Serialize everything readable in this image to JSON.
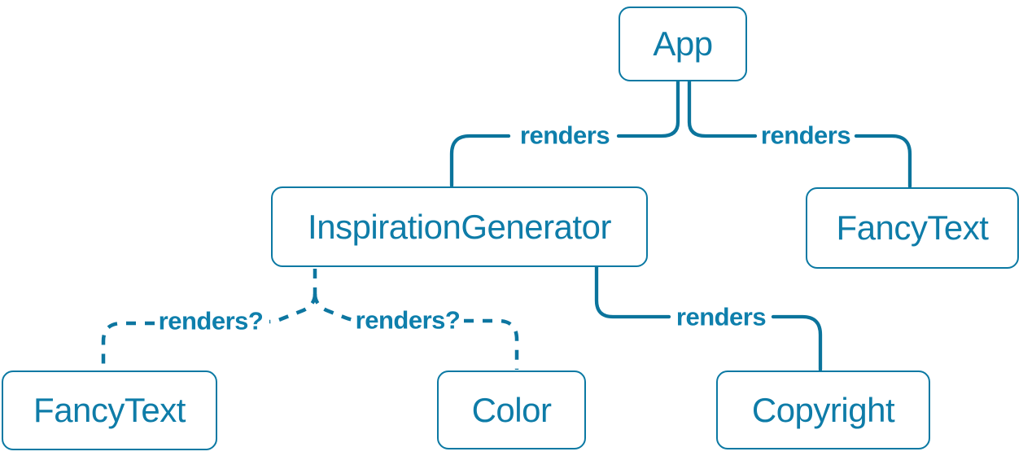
{
  "diagram": {
    "type": "component-tree",
    "colors": {
      "background": "#FFFFFF",
      "node_border": "#0B79A3",
      "node_text": "#0E7CA8",
      "edge_line": "#0B749C",
      "edge_label_text": "#0E7FAC"
    },
    "nodes": [
      {
        "id": "app",
        "label": "App"
      },
      {
        "id": "inspiration-generator",
        "label": "InspirationGenerator"
      },
      {
        "id": "fancy-text-top",
        "label": "FancyText"
      },
      {
        "id": "fancy-text-bottom",
        "label": "FancyText"
      },
      {
        "id": "color",
        "label": "Color"
      },
      {
        "id": "copyright",
        "label": "Copyright"
      }
    ],
    "edges": [
      {
        "from": "App",
        "to": "InspirationGenerator",
        "label": "renders",
        "style": "solid"
      },
      {
        "from": "App",
        "to": "FancyText",
        "label": "renders",
        "style": "solid"
      },
      {
        "from": "InspirationGenerator",
        "to": "FancyText",
        "label": "renders?",
        "style": "dashed"
      },
      {
        "from": "InspirationGenerator",
        "to": "Color",
        "label": "renders?",
        "style": "dashed"
      },
      {
        "from": "InspirationGenerator",
        "to": "Copyright",
        "label": "renders",
        "style": "solid"
      }
    ]
  }
}
